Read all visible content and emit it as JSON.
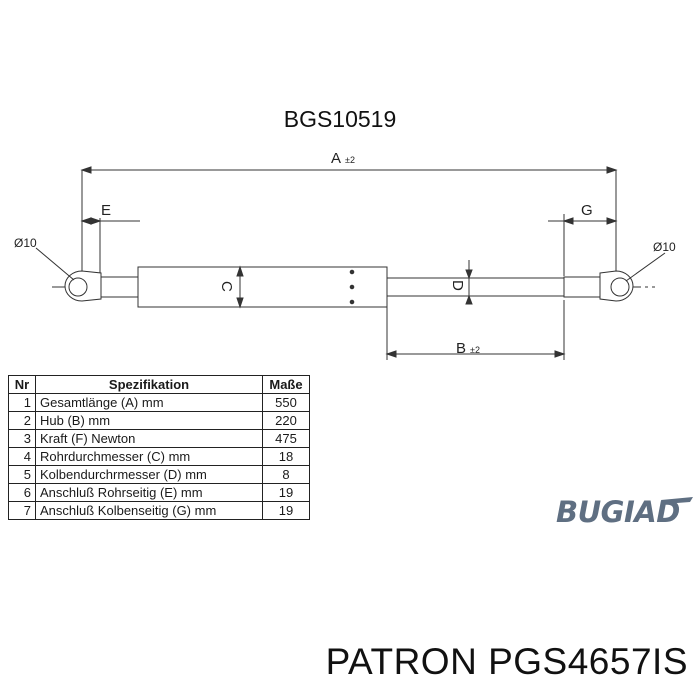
{
  "part_number": "BGS10519",
  "dimension_labels": {
    "a": "A",
    "a_tolerance": "±2",
    "b": "B",
    "b_tolerance": "±2",
    "c": "C",
    "d": "D",
    "e": "E",
    "g": "G",
    "left_eye": "Ø10",
    "right_eye": "Ø10"
  },
  "spec_table": {
    "headers": {
      "nr": "Nr",
      "spec": "Spezifikation",
      "value": "Maße"
    },
    "rows": [
      {
        "nr": "1",
        "spec": "Gesamtlänge (A) mm",
        "value": "550"
      },
      {
        "nr": "2",
        "spec": "Hub (B)  mm",
        "value": "220"
      },
      {
        "nr": "3",
        "spec": "Kraft (F) Newton",
        "value": "475"
      },
      {
        "nr": "4",
        "spec": "Rohrdurchmesser (C) mm",
        "value": "18"
      },
      {
        "nr": "5",
        "spec": "Kolbendurchrmesser (D) mm",
        "value": "8"
      },
      {
        "nr": "6",
        "spec": "Anschluß Rohrseitig (E) mm",
        "value": "19"
      },
      {
        "nr": "7",
        "spec": "Anschluß Kolbenseitig (G) mm",
        "value": "19"
      }
    ]
  },
  "brand_logo": "BUGIAD",
  "caption": "PATRON PGS4657IS",
  "colors": {
    "line": "#333333",
    "logo": "#5f6f82"
  }
}
